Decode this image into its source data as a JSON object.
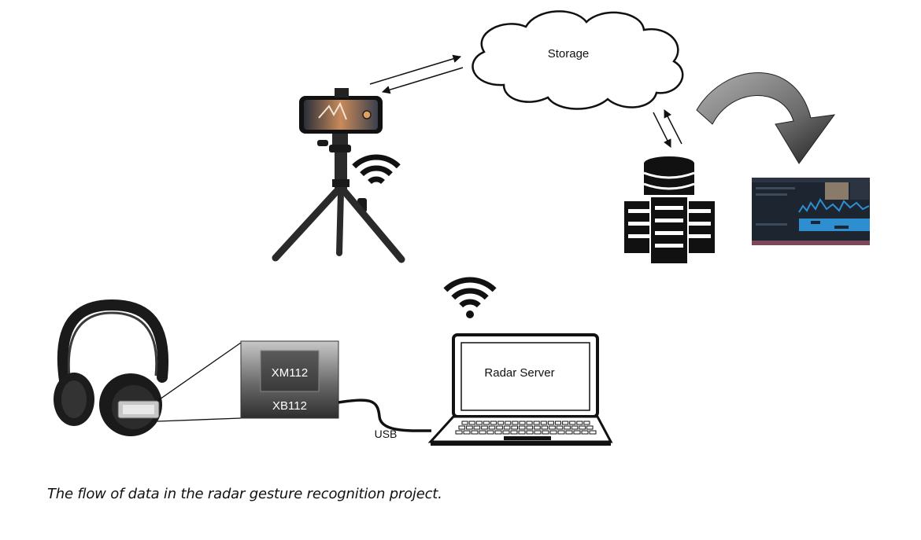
{
  "diagram": {
    "storage_label": "Storage",
    "chip_top_label": "XM112",
    "chip_bottom_label": "XB112",
    "laptop_label": "Radar Server",
    "usb_label": "USB",
    "caption": "The flow of data in the radar gesture recognition project."
  },
  "colors": {
    "line": "#111111",
    "chip_dark": "#4a4a4a",
    "chip_light": "#d4d4d4",
    "arrow_light": "#9a9a9a",
    "arrow_dark": "#262626",
    "dashboard_bg": "#1d2530",
    "dashboard_accent": "#2d8fd0"
  }
}
